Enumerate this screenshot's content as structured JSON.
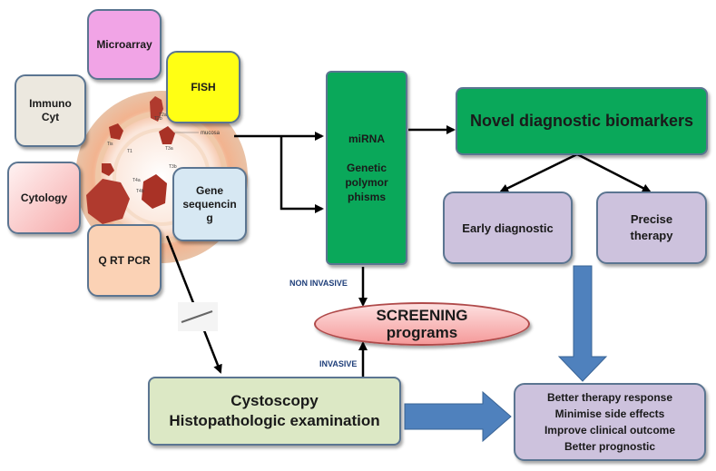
{
  "colors": {
    "green": "#0aa85a",
    "lilac": "#cdc2dd",
    "pale_green": "#dce8c5",
    "arrow_blue": "#4f81bd",
    "oval_red": "#f7a3a3",
    "border": "#5b7591"
  },
  "methods": {
    "microarray": "Microarray",
    "fish": "FISH",
    "immuno": "Immuno\nCyt",
    "cytology": "Cytology",
    "gene_seq": "Gene\nsequencin\ng",
    "qrtpcr": "Q  RT PCR"
  },
  "illustration": {
    "mucosa": "mucosa",
    "stage_labels": [
      "Tis",
      "T1",
      "T2a",
      "T2b",
      "T3a",
      "T3b",
      "T4a",
      "T4b"
    ]
  },
  "center": {
    "mirna": "miRNA\n\nGenetic\npolymor\nphisms"
  },
  "right": {
    "novel": "Novel diagnostic biomarkers",
    "early": "Early diagnostic",
    "precise": "Precise\ntherapy"
  },
  "bottom": {
    "screening": "SCREENING\nprograms",
    "cystoscopy": "Cystoscopy\nHistopathologic examination",
    "outcomes": "Better therapy response\nMinimise side effects\nImprove clinical outcome\nBetter prognostic"
  },
  "labels": {
    "non_invasive": "NON  INVASIVE",
    "invasive": "INVASIVE"
  }
}
